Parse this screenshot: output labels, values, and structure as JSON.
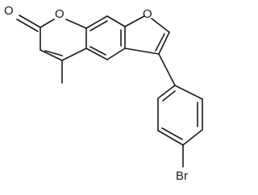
{
  "atoms": {
    "carbonyl_oxygen": "O",
    "ring_oxygen": "O",
    "furan_oxygen": "O",
    "bromine": "Br"
  }
}
